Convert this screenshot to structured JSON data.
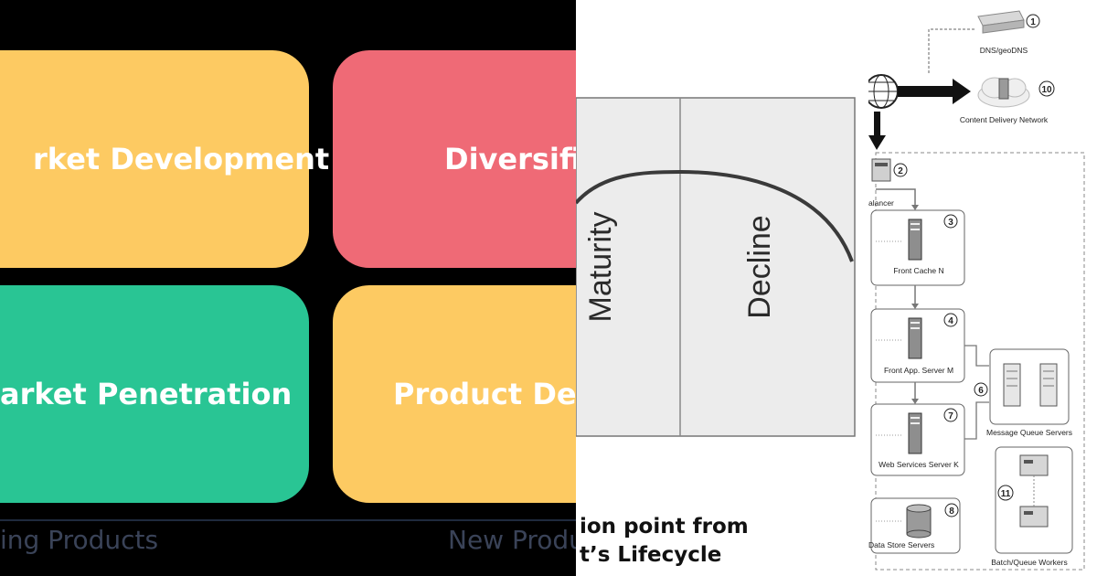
{
  "ansoff": {
    "tiles": {
      "market_development": "rket Development",
      "diversification": "Diversifica",
      "market_penetration": "arket Penetration",
      "product_development": "Product Deve"
    },
    "axis": {
      "existing_products": "ing Products",
      "new_products": "New Produ"
    },
    "colors": {
      "yellow": "#fdca62",
      "red": "#ef6a76",
      "green": "#29c594",
      "background": "#000000"
    }
  },
  "lifecycle": {
    "stages": {
      "maturity": "Maturity",
      "decline": "Decline"
    },
    "caption_line1": "ion point from",
    "caption_line2": "t’s Lifecycle"
  },
  "architecture": {
    "dns": "DNS/geoDNS",
    "cdn": "Content Delivery Network",
    "load_balancer": "alancer",
    "front_cache": "Front Cache N",
    "front_app": "Front App. Server M",
    "web_services": "Web Services Server K",
    "message_queue": "Message Queue Servers",
    "data_store": "Data Store Servers",
    "batch_workers": "Batch/Queue Workers",
    "numbers": {
      "n1": "1",
      "n2": "2",
      "n3": "3",
      "n4": "4",
      "n6": "6",
      "n7": "7",
      "n8": "8",
      "n10": "10",
      "n11": "11"
    }
  }
}
